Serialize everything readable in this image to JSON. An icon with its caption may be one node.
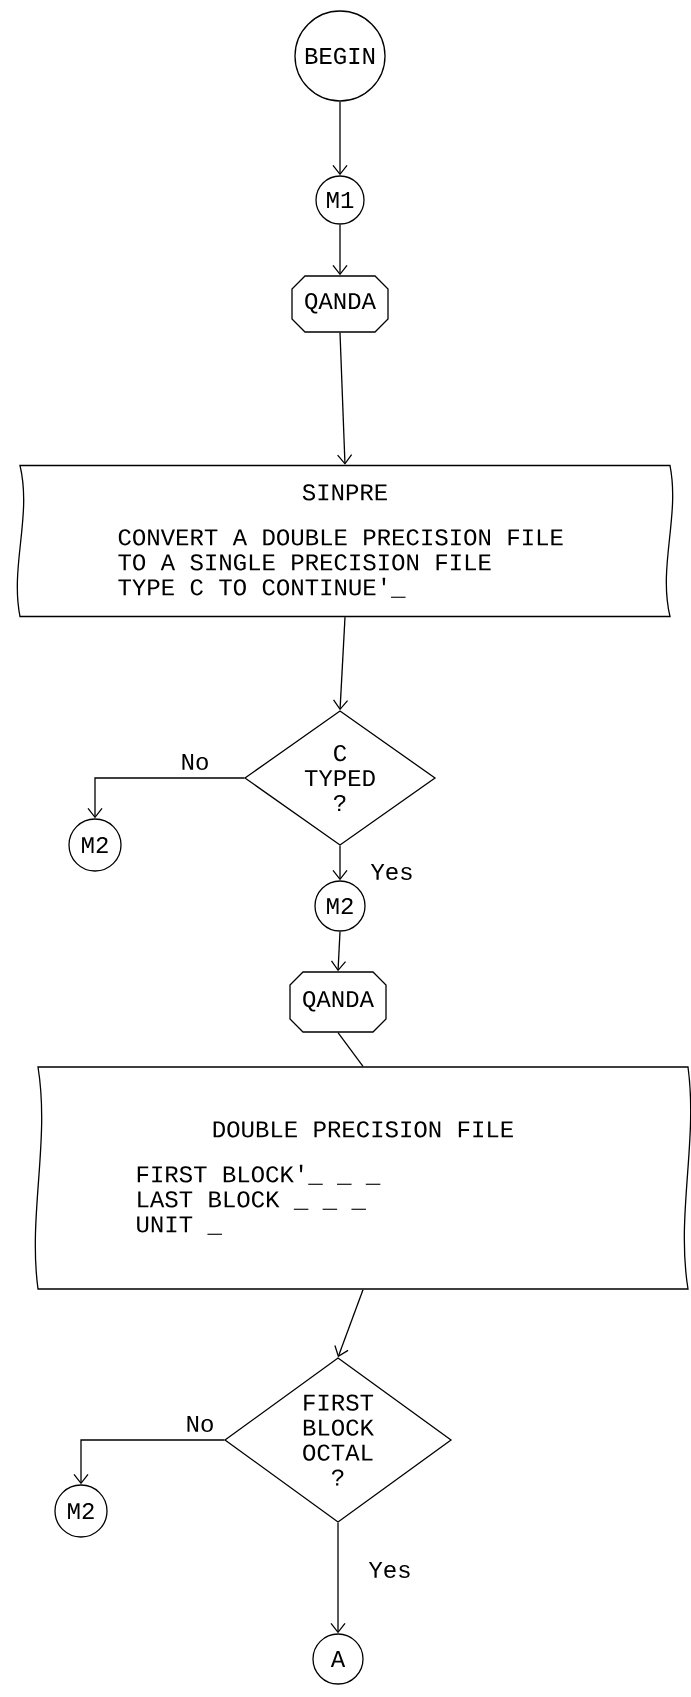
{
  "diagram": {
    "nodes": [
      {
        "text": [
          "BEGIN"
        ]
      },
      {
        "text": [
          "M1"
        ]
      },
      {
        "text": [
          "QANDA"
        ]
      },
      {
        "text": [
          "SINPRE",
          "CONVERT A DOUBLE PRECISION FILE TO A SINGLE PRECISION FILE",
          "TYPE C TO CONTINUE'_"
        ]
      },
      {
        "text": [
          "C TYPED ?"
        ]
      },
      {
        "text": [
          "M2"
        ]
      },
      {
        "text": [
          "M2"
        ]
      },
      {
        "text": [
          "QANDA"
        ]
      },
      {
        "text": [
          "DOUBLE PRECISION FILE",
          "FIRST BLOCK'_ _ _",
          "LAST BLOCK _ _ _",
          "UNIT _"
        ]
      },
      {
        "text": [
          "FIRST BLOCK OCTAL ?"
        ]
      },
      {
        "text": [
          "M2"
        ]
      },
      {
        "text": [
          "A"
        ]
      }
    ],
    "edges": [
      {
        "from": 0,
        "to": 1,
        "arrow": "to"
      },
      {
        "from": 1,
        "to": 2,
        "arrow": "to"
      },
      {
        "from": 2,
        "to": 3,
        "arrow": "to"
      },
      {
        "from": 3,
        "to": 4,
        "arrow": "to"
      },
      {
        "from": 4,
        "to": 5,
        "arrow": "to",
        "label": "No"
      },
      {
        "from": 4,
        "to": 6,
        "arrow": "to",
        "label": "Yes"
      },
      {
        "from": 6,
        "to": 7,
        "arrow": "to"
      },
      {
        "from": 7,
        "to": 8,
        "arrow": "none"
      },
      {
        "from": 8,
        "to": 9,
        "arrow": "to"
      },
      {
        "from": 9,
        "to": 10,
        "arrow": "to",
        "label": "No"
      },
      {
        "from": 9,
        "to": 11,
        "arrow": "to",
        "label": "Yes"
      }
    ]
  }
}
